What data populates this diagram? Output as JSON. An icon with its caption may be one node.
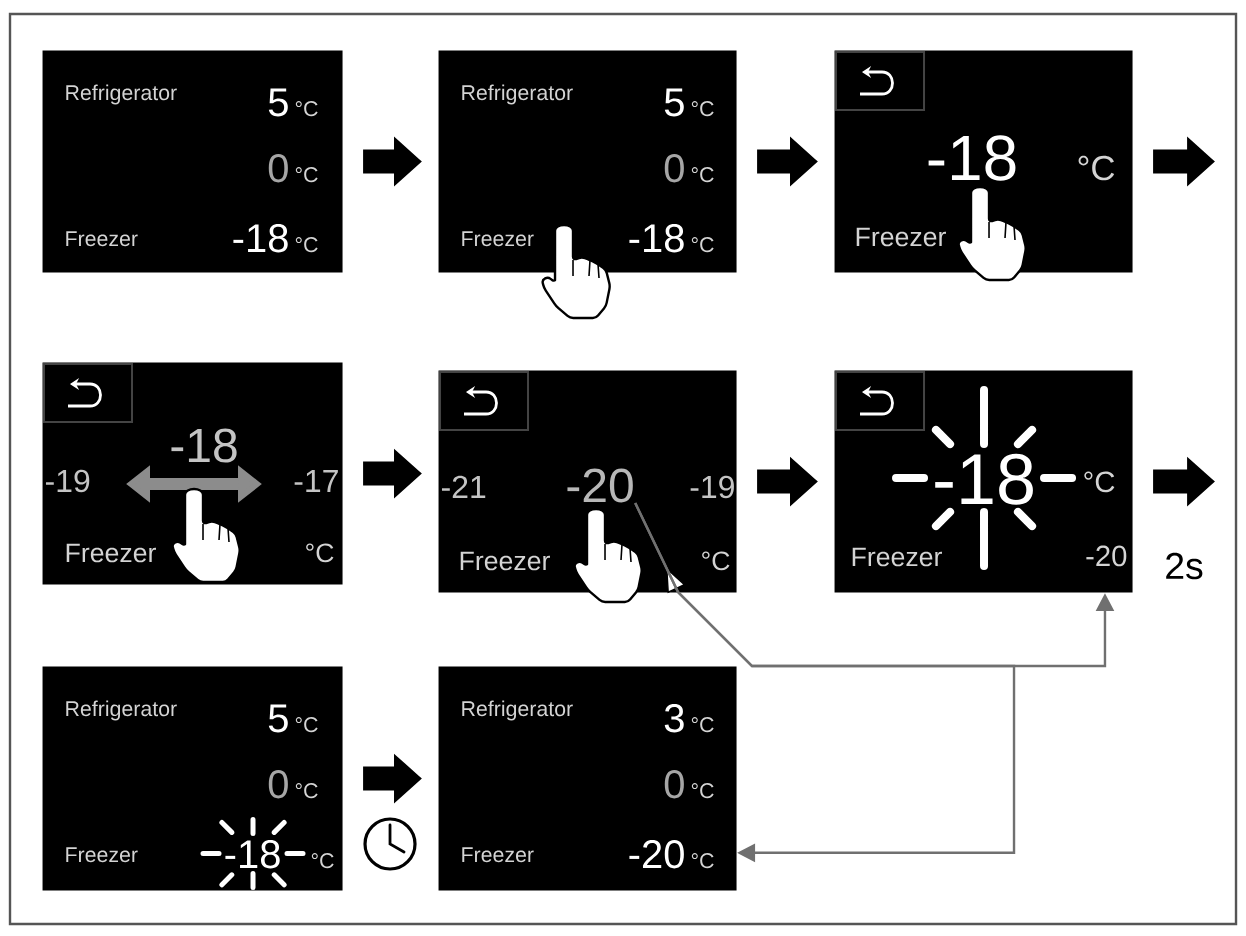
{
  "diagram": {
    "nodes": [
      {
        "text": [
          "Refrigerator",
          "5",
          "°C",
          "0",
          "°C",
          "Freezer",
          "-18",
          "°C"
        ]
      },
      {
        "text": [
          "Refrigerator",
          "5",
          "°C",
          "0",
          "°C",
          "Freezer",
          "-18",
          "°C"
        ]
      },
      {
        "text": [
          "-18",
          "°C",
          "Freezer"
        ]
      },
      {
        "text": [
          "-19",
          "-18",
          "-17",
          "Freezer",
          "°C"
        ]
      },
      {
        "text": [
          "-21",
          "-19",
          "Freezer",
          "°C"
        ]
      },
      {
        "text": [
          "-20"
        ],
        "in": 4
      },
      {
        "text": [
          "-18",
          "°C",
          "Freezer",
          "-20"
        ]
      },
      {
        "text": [
          "Refrigerator",
          "5",
          "°C",
          "0",
          "°C",
          "Freezer",
          "-18",
          "°C"
        ]
      },
      {
        "text": [
          "Refrigerator",
          "3",
          "°C",
          "0",
          "°C",
          "Freezer",
          "-20",
          "°C"
        ]
      }
    ],
    "edges": [
      {
        "from": 0,
        "to": 1,
        "arrow": "to"
      },
      {
        "from": 1,
        "to": 2,
        "arrow": "to"
      },
      {
        "from": 2,
        "to": null,
        "arrow": "to"
      },
      {
        "from": 3,
        "to": 4,
        "arrow": "to"
      },
      {
        "from": 4,
        "to": 6,
        "arrow": "to"
      },
      {
        "from": 6,
        "to": null,
        "arrow": "to",
        "label": "2s"
      },
      {
        "from": 7,
        "to": 8,
        "arrow": "to"
      },
      {
        "from": 5,
        "to": 6,
        "arrow": "to",
        "color": "#707070"
      },
      {
        "from": 5,
        "to": 8,
        "arrow": "to",
        "color": "#707070"
      }
    ]
  }
}
